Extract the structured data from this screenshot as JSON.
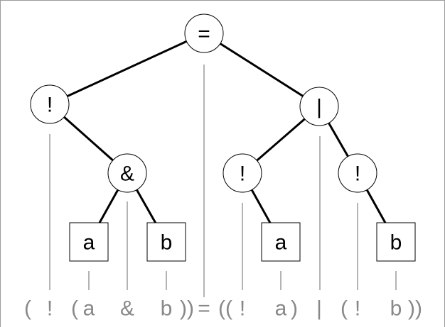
{
  "tree": {
    "nodes": [
      {
        "id": "root-eq",
        "label": "=",
        "shape": "circle"
      },
      {
        "id": "not-left",
        "label": "!",
        "shape": "circle"
      },
      {
        "id": "and",
        "label": "&",
        "shape": "circle"
      },
      {
        "id": "leaf-a-left",
        "label": "a",
        "shape": "box"
      },
      {
        "id": "leaf-b-left",
        "label": "b",
        "shape": "box"
      },
      {
        "id": "or",
        "label": "|",
        "shape": "circle"
      },
      {
        "id": "not-right-a",
        "label": "!",
        "shape": "circle"
      },
      {
        "id": "leaf-a-right",
        "label": "a",
        "shape": "box"
      },
      {
        "id": "not-right-b",
        "label": "!",
        "shape": "circle"
      },
      {
        "id": "leaf-b-right",
        "label": "b",
        "shape": "box"
      }
    ],
    "edges": [
      [
        "root-eq",
        "not-left"
      ],
      [
        "root-eq",
        "or"
      ],
      [
        "not-left",
        "and"
      ],
      [
        "and",
        "leaf-a-left"
      ],
      [
        "and",
        "leaf-b-left"
      ],
      [
        "or",
        "not-right-a"
      ],
      [
        "or",
        "not-right-b"
      ],
      [
        "not-right-a",
        "leaf-a-right"
      ],
      [
        "not-right-b",
        "leaf-b-right"
      ]
    ]
  },
  "expression": {
    "tokens": [
      "(",
      "!",
      "(",
      "a",
      "&",
      "b",
      "))",
      "=",
      "((",
      "!",
      "a",
      ")",
      "|",
      "(",
      "!",
      "b",
      "))"
    ]
  },
  "colors": {
    "edge": "#000000",
    "guide": "#b4b4b4",
    "expression_text": "#888888",
    "node_fill": "#ffffff"
  }
}
